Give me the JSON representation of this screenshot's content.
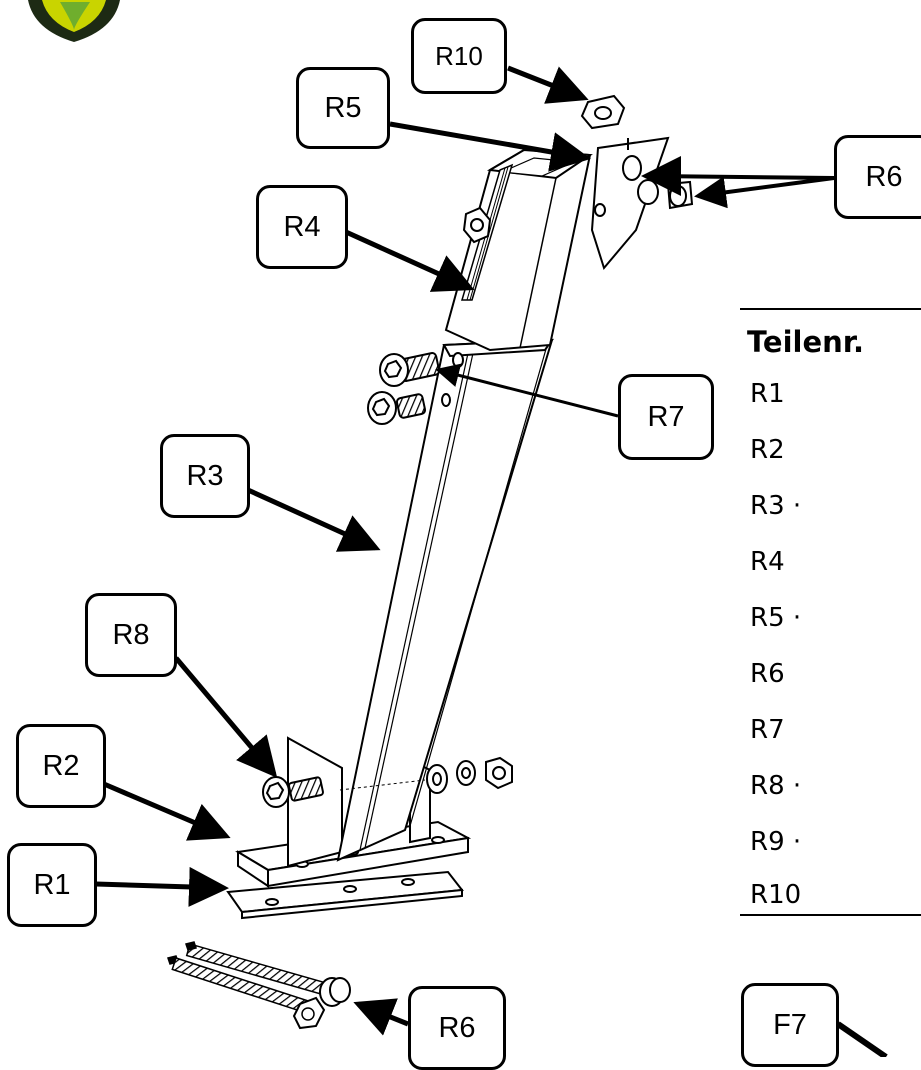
{
  "callouts": {
    "r10": "R10",
    "r5": "R5",
    "r6_top": "R6",
    "r4": "R4",
    "r7": "R7",
    "r3": "R3",
    "r8": "R8",
    "r2": "R2",
    "r1": "R1",
    "r6_bottom": "R6",
    "f7": "F7"
  },
  "parts_table": {
    "header": "Teilenr.",
    "rows": [
      "R1",
      "R2",
      "R3 ·",
      "R4",
      "R5 ·",
      "R6",
      "R7",
      "R8 ·",
      "R9 ·",
      "R10"
    ]
  },
  "colors": {
    "line": "#000000",
    "logo_dark": "#1d2a14",
    "logo_yellow": "#c9d400",
    "logo_green": "#6fae2d"
  },
  "icons": [
    "logo-icon"
  ]
}
